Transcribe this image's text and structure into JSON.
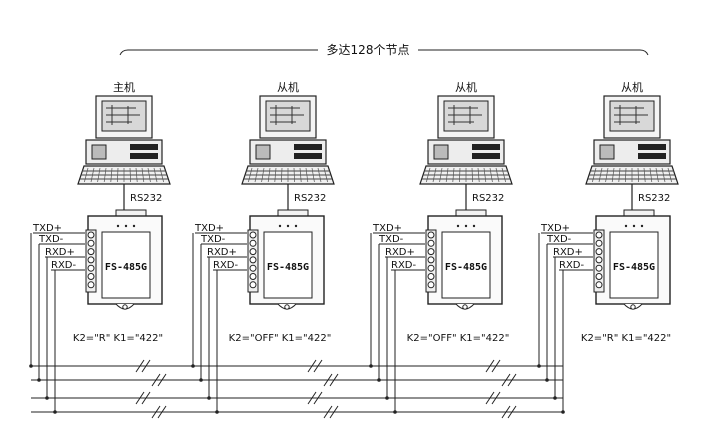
{
  "banner": {
    "text": "多达128个节点"
  },
  "nodes": [
    {
      "role": "主机",
      "link": "RS232",
      "module": "FS-485G",
      "switch": "K2=\"R\"  K1=\"422\"",
      "pins": [
        "TXD+",
        "TXD-",
        "RXD+",
        "RXD-"
      ]
    },
    {
      "role": "从机",
      "link": "RS232",
      "module": "FS-485G",
      "switch": "K2=\"OFF\"  K1=\"422\"",
      "pins": [
        "TXD+",
        "TXD-",
        "RXD+",
        "RXD-"
      ]
    },
    {
      "role": "从机",
      "link": "RS232",
      "module": "FS-485G",
      "switch": "K2=\"OFF\"  K1=\"422\"",
      "pins": [
        "TXD+",
        "TXD-",
        "RXD+",
        "RXD-"
      ]
    },
    {
      "role": "从机",
      "link": "RS232",
      "module": "FS-485G",
      "switch": "K2=\"R\"  K1=\"422\"",
      "pins": [
        "TXD+",
        "TXD-",
        "RXD+",
        "RXD-"
      ]
    }
  ],
  "icons": {
    "computer": "desktop-computer-icon",
    "converter": "rs485-converter-icon"
  }
}
